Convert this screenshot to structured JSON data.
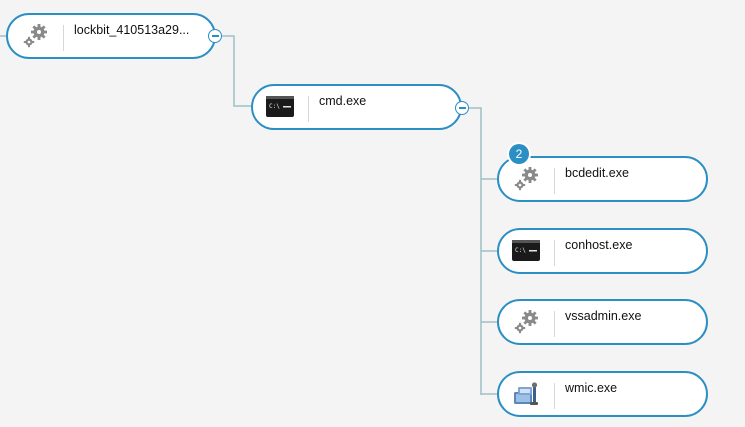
{
  "tree": {
    "root": {
      "label": "lockbit_410513a29...",
      "icon": "gears-icon"
    },
    "parent": {
      "label": "cmd.exe",
      "icon": "console-icon"
    },
    "children": [
      {
        "label": "bcdedit.exe",
        "icon": "gears-icon",
        "badge": "2"
      },
      {
        "label": "conhost.exe",
        "icon": "console-icon"
      },
      {
        "label": "vssadmin.exe",
        "icon": "gears-icon"
      },
      {
        "label": "wmic.exe",
        "icon": "wmic-app-icon"
      }
    ]
  },
  "colors": {
    "accent": "#2b8fc4",
    "connector": "#9fc0c6",
    "background": "#f4f4f4"
  }
}
